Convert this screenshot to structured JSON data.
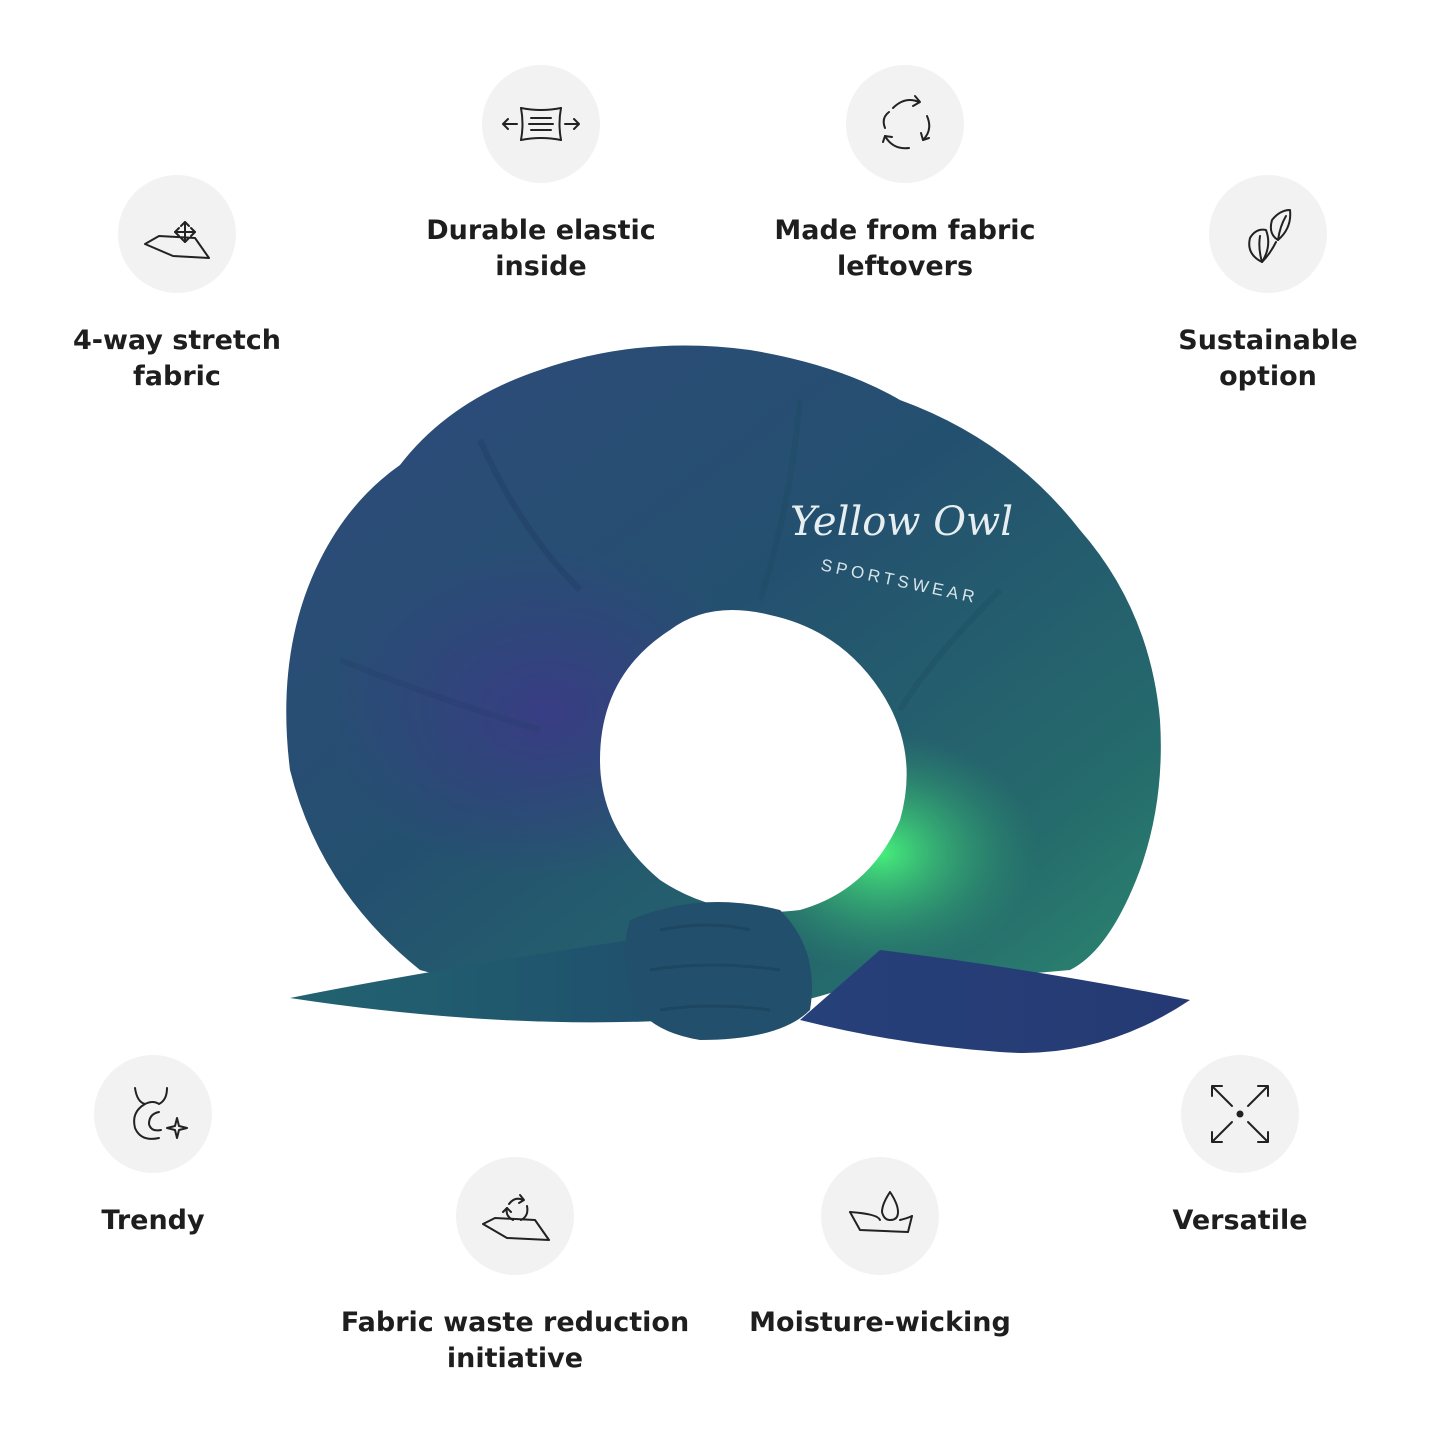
{
  "features": {
    "stretch": {
      "label": "4-way stretch\nfabric",
      "icon": "stretch-fabric-icon"
    },
    "elastic": {
      "label": "Durable elastic\ninside",
      "icon": "elastic-icon"
    },
    "leftovers": {
      "label": "Made from fabric\nleftovers",
      "icon": "recycle-icon"
    },
    "sustainable": {
      "label": "Sustainable\noption",
      "icon": "leaves-icon"
    },
    "trendy": {
      "label": "Trendy",
      "icon": "trendy-icon"
    },
    "waste": {
      "label": "Fabric waste reduction\ninitiative",
      "icon": "fabric-recycle-icon"
    },
    "moisture": {
      "label": "Moisture-wicking",
      "icon": "water-drop-icon"
    },
    "versatile": {
      "label": "Versatile",
      "icon": "expand-arrows-icon"
    }
  },
  "product": {
    "logo_script": "Yellow Owl",
    "logo_sub": "SPORTSWEAR",
    "colors": [
      "#2b4a7a",
      "#24606e",
      "#2f8a6a",
      "#3fe07a",
      "#3a3f8a"
    ]
  }
}
